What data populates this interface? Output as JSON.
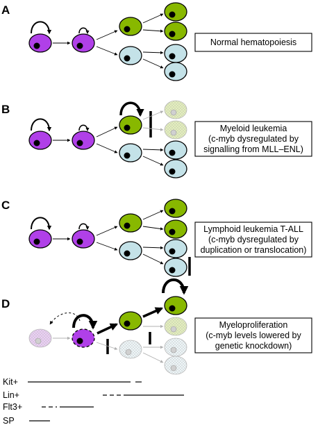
{
  "colors": {
    "purple": "#b040e8",
    "green": "#88b800",
    "blue": "#c4e2e8",
    "faded_purple": "#ead0f4",
    "faded_green": "#e4efbe",
    "faded_blue": "#eef6f8"
  },
  "panels": [
    {
      "letter": "A",
      "description": [
        "Normal hematopoiesis"
      ]
    },
    {
      "letter": "B",
      "description": [
        "Myeloid leukemia",
        "(c-myb dysregulated by",
        "signalling from MLL–ENL)"
      ]
    },
    {
      "letter": "C",
      "description": [
        "Lymphoid leukemia T-ALL",
        "(c-myb dysregulated by",
        "duplication or translocation)"
      ]
    },
    {
      "letter": "D",
      "description": [
        "Myeloproliferation",
        "(c-myb levels lowered by",
        "genetic knockdown)"
      ]
    }
  ],
  "markers": [
    "Kit+",
    "Lin+",
    "Flt3+",
    "SP"
  ]
}
